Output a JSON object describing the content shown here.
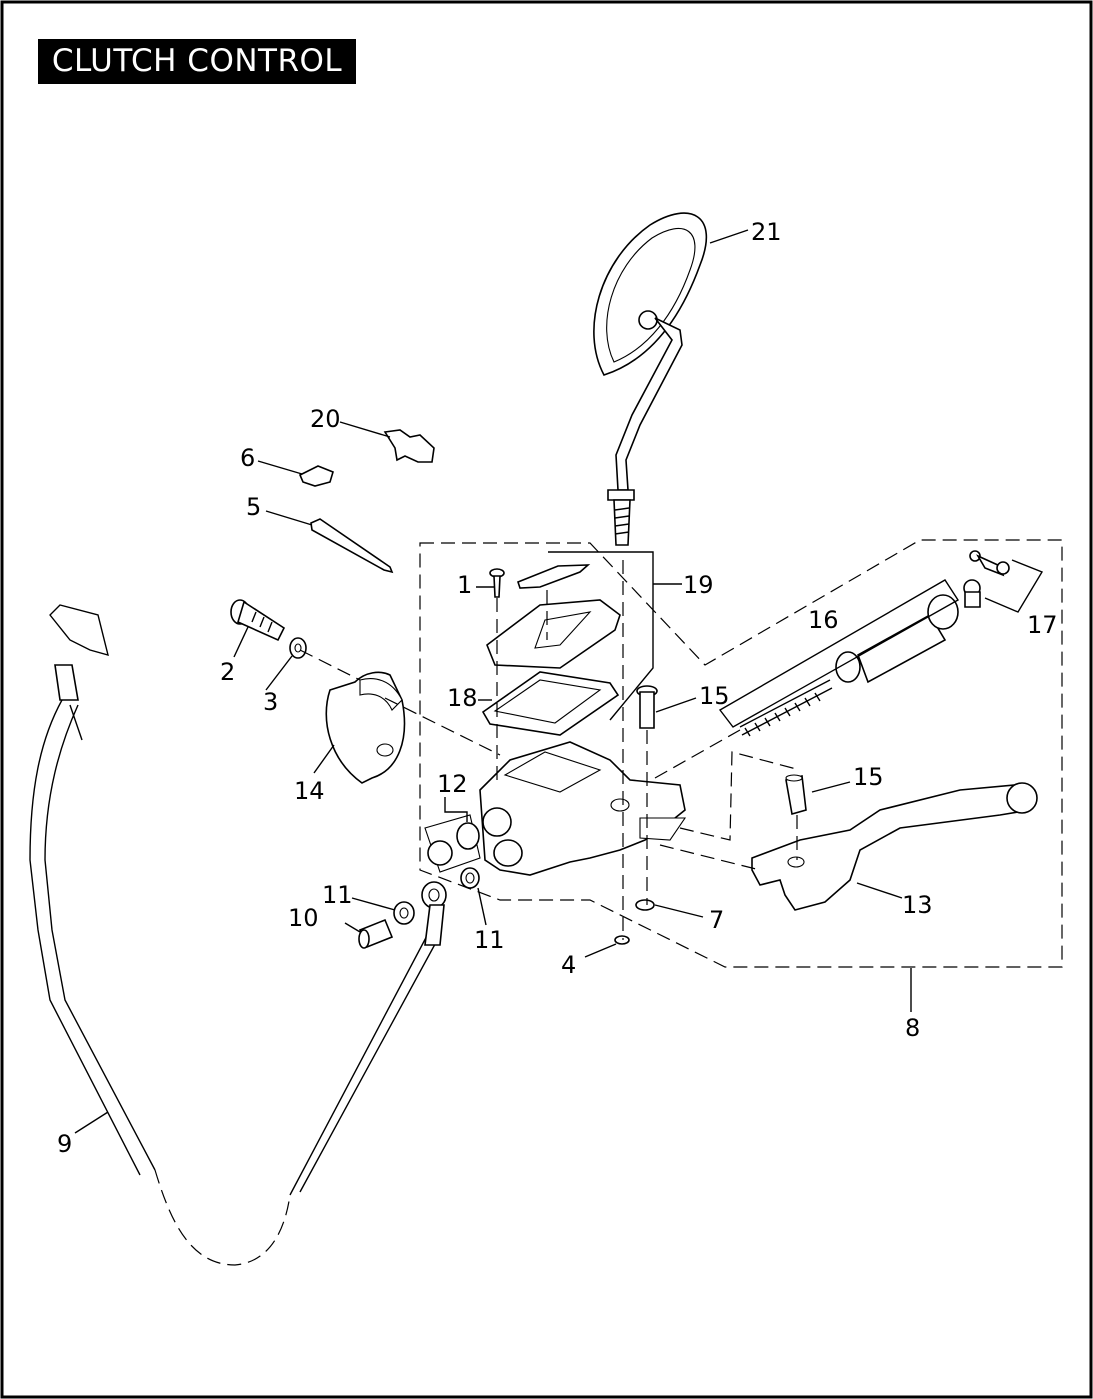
{
  "title": "CLUTCH CONTROL",
  "callouts": {
    "c1": "1",
    "c2": "2",
    "c3": "3",
    "c4": "4",
    "c5": "5",
    "c6": "6",
    "c7": "7",
    "c8": "8",
    "c9": "9",
    "c10": "10",
    "c11a": "11",
    "c11b": "11",
    "c12": "12",
    "c13": "13",
    "c14": "14",
    "c15a": "15",
    "c15b": "15",
    "c16": "16",
    "c17": "17",
    "c18": "18",
    "c19": "19",
    "c20": "20",
    "c21": "21"
  }
}
